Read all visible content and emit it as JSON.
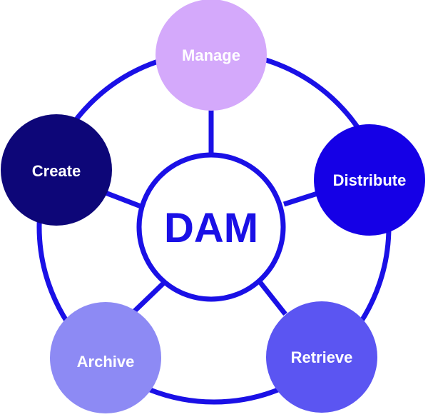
{
  "diagram": {
    "center": {
      "label": "DAM"
    },
    "nodes": [
      {
        "id": "manage",
        "label": "Manage",
        "color": "#d4a9fb"
      },
      {
        "id": "distribute",
        "label": "Distribute",
        "color": "#1500e6"
      },
      {
        "id": "retrieve",
        "label": "Retrieve",
        "color": "#5b55f2"
      },
      {
        "id": "archive",
        "label": "Archive",
        "color": "#8d8af4"
      },
      {
        "id": "create",
        "label": "Create",
        "color": "#0d0678"
      }
    ],
    "colors": {
      "stroke": "#1a10e6",
      "center_text": "#1a10e6",
      "background": "#ffffff"
    }
  }
}
